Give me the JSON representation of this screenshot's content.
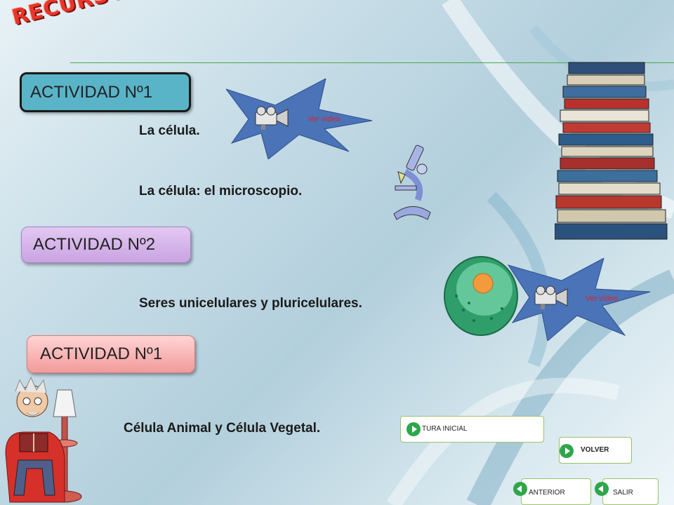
{
  "header": {
    "title": "RECURSOS"
  },
  "activities": [
    {
      "label": "ACTIVIDAD Nº1"
    },
    {
      "label": "ACTIVIDAD Nº2"
    },
    {
      "label": "ACTIVIDAD Nº1"
    }
  ],
  "topics": {
    "cell": "La célula.",
    "microscope": "La célula: el microscopio.",
    "uni_pluri": "Seres unicelulares y pluricelulares.",
    "animal_vegetal": "Célula Animal y Célula Vegetal."
  },
  "video_links": [
    {
      "label": "Ver vídeo"
    },
    {
      "label": "Ver vídeo"
    }
  ],
  "nav": {
    "reading": "TURA INICIAL",
    "volver": "VOLVER",
    "anterior": "ANTERIOR",
    "salir": "SALIR"
  },
  "colors": {
    "accent_title": "#e8352a",
    "act1": "#5ab4c8",
    "nav_arrow": "#2fa64a",
    "burst": "#4a73b8"
  }
}
